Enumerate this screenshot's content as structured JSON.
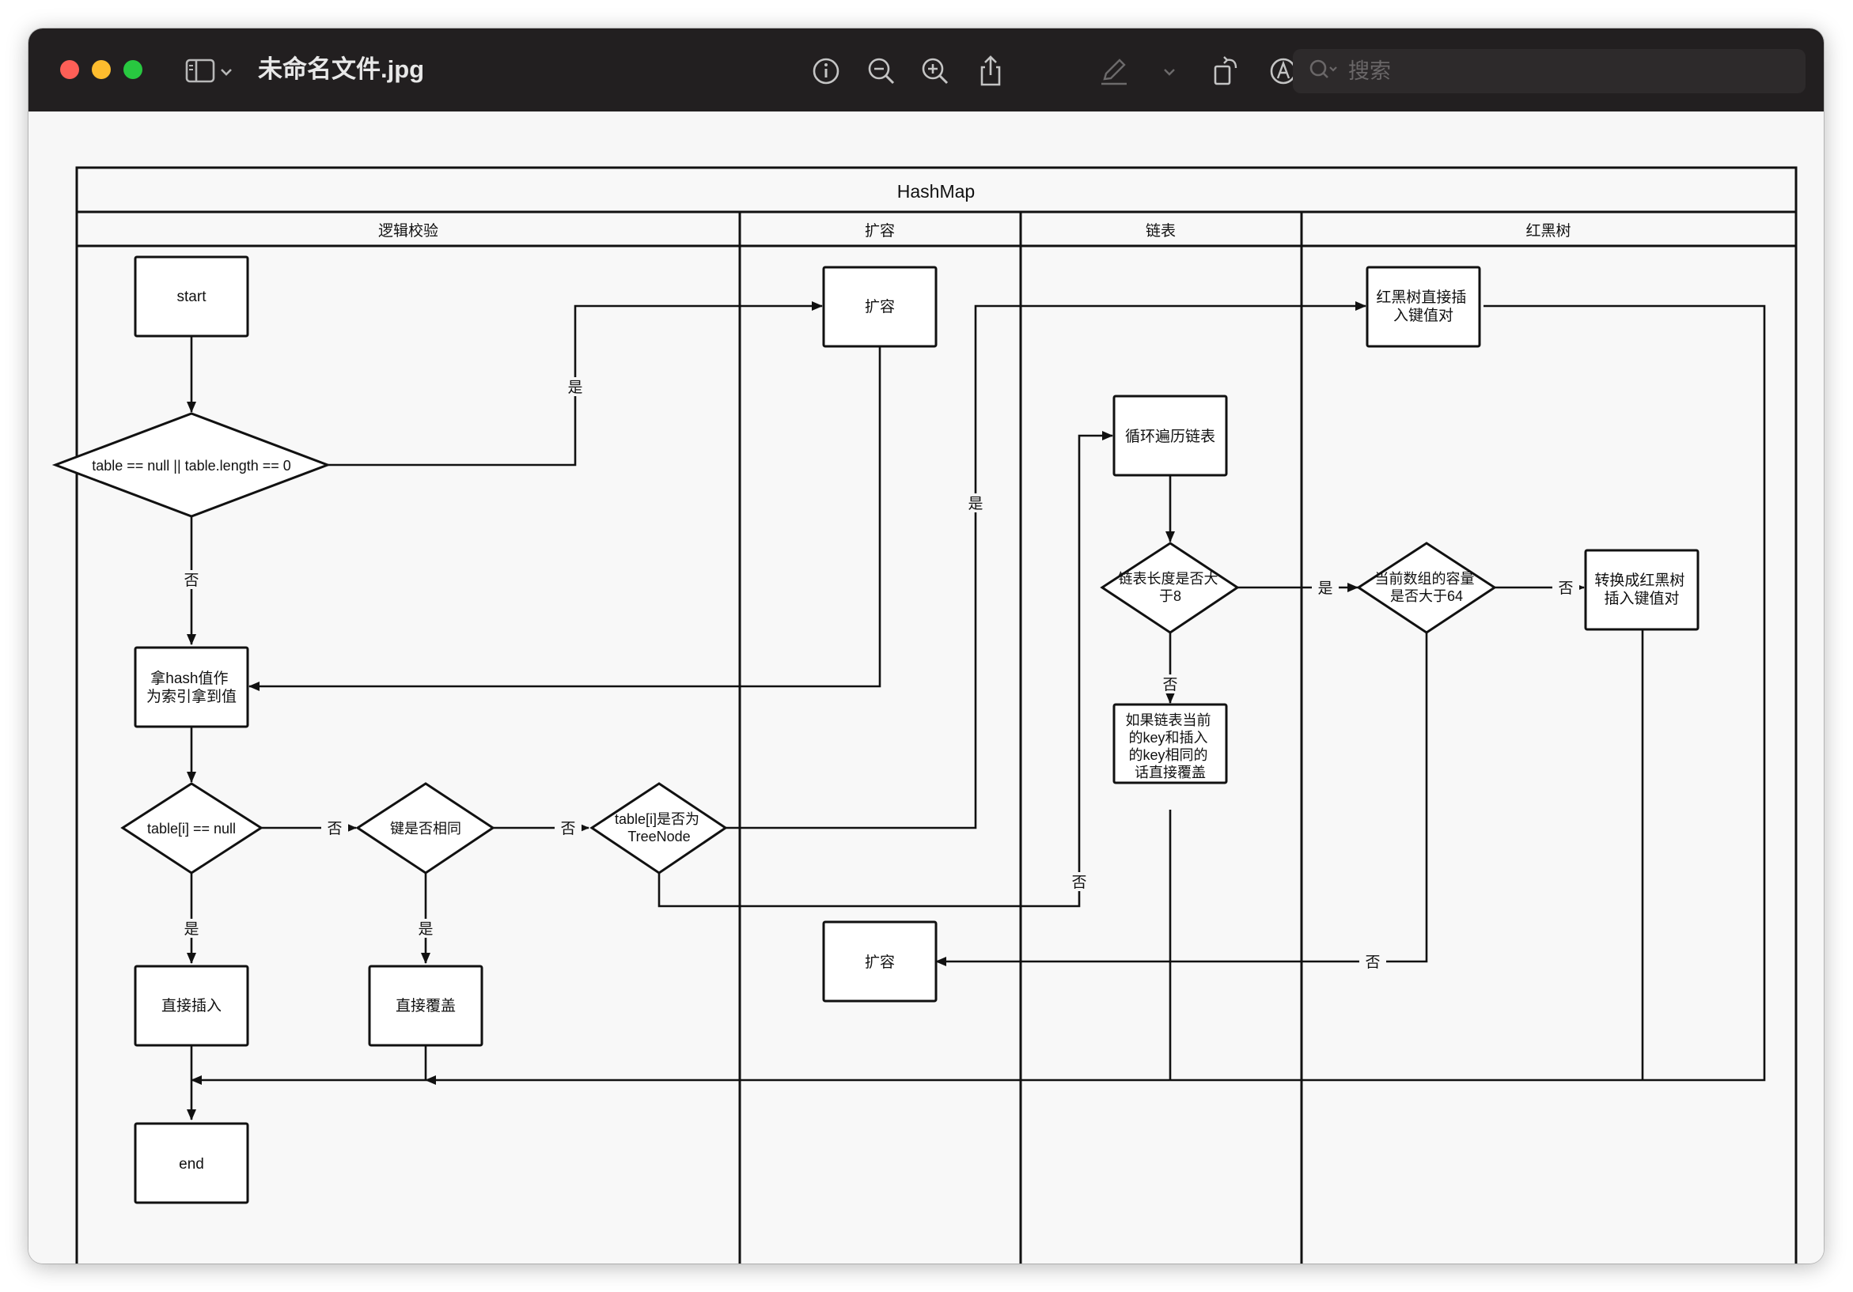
{
  "window": {
    "title": "未命名文件.jpg",
    "search_placeholder": "搜索",
    "traffic_lights": {
      "close": "#fe5f57",
      "minimize": "#febc2e",
      "maximize": "#28c840"
    },
    "toolbar_icons": [
      "sidebar-icon",
      "chevron-down-icon",
      "info-icon",
      "zoom-out-icon",
      "zoom-in-icon",
      "share-icon",
      "markup-pen-icon",
      "chevron-down-icon",
      "rotate-icon",
      "annotate-icon",
      "search-icon"
    ]
  },
  "diagram": {
    "title": "HashMap",
    "lanes": [
      "逻辑校验",
      "扩容",
      "链表",
      "红黑树"
    ],
    "nodes": {
      "start": "start",
      "check_table": "table == null || table.length == 0",
      "get_by_hash": [
        "拿hash值作",
        "为索引拿到值"
      ],
      "check_slot_null": "table[i] == null",
      "check_key_same": "键是否相同",
      "check_treenode": [
        "table[i]是否为",
        "TreeNode"
      ],
      "direct_insert": "直接插入",
      "direct_overwrite": "直接覆盖",
      "end": "end",
      "resize_top": "扩容",
      "resize_bottom": "扩容",
      "loop_list": "循环遍历链表",
      "check_list_len": [
        "链表长度是否大",
        "于8"
      ],
      "list_overwrite": [
        "如果链表当前",
        "的key和插入",
        "的key相同的",
        "话直接覆盖"
      ],
      "tree_insert": [
        "红黑树直接插",
        "入键值对"
      ],
      "check_capacity": [
        "当前数组的容量",
        "是否大于64"
      ],
      "convert_tree": [
        "转换成红黑树",
        "插入键值对"
      ]
    },
    "edge_labels": {
      "yes": "是",
      "no": "否"
    }
  }
}
